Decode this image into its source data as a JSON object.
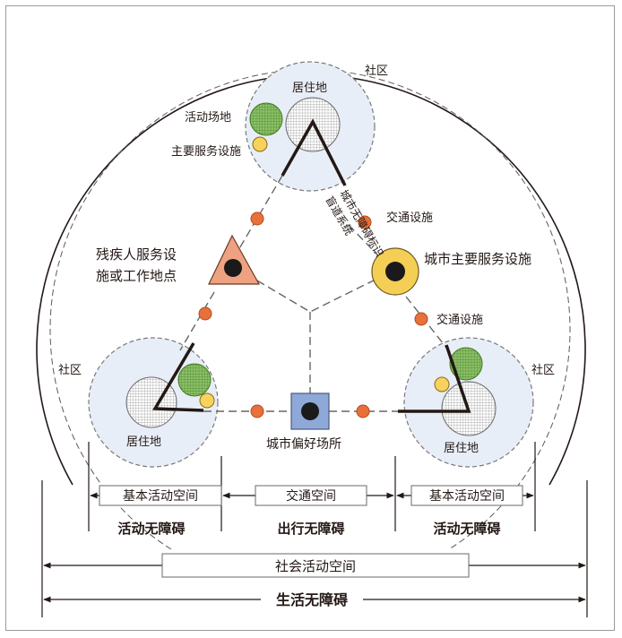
{
  "labels": {
    "community_top": "社区",
    "community_left": "社区",
    "community_right": "社区",
    "residence_top": "居住地",
    "residence_left": "居住地",
    "residence_right": "居住地",
    "activity_site": "活动场地",
    "main_service": "主要服务设施",
    "transport_upper": "交通设施",
    "transport_lower": "交通设施",
    "blind_path_line1": "城市无障碍标识",
    "blind_path_line2": "盲道系统",
    "disabled_line1": "残疾人服务设",
    "disabled_line2": "施或工作地点",
    "city_main_service": "城市主要服务设施",
    "city_preferred": "城市偏好场所"
  },
  "bottom": {
    "basic_left": "基本活动空间",
    "traffic_space": "交通空间",
    "basic_right": "基本活动空间",
    "activity_bf_left": "活动无障碍",
    "travel_bf": "出行无障碍",
    "activity_bf_right": "活动无障碍",
    "social_space": "社会活动空间",
    "life_bf": "生活无障碍"
  },
  "colors": {
    "community_fill": "#e8eef7",
    "transport_dot": "#e8703a",
    "triangle": "#eea282",
    "service_circle": "#f5cf55",
    "preferred_square": "#8ea8d8",
    "green_circle": "#7ab24e",
    "yellow_small": "#f7d35e"
  }
}
